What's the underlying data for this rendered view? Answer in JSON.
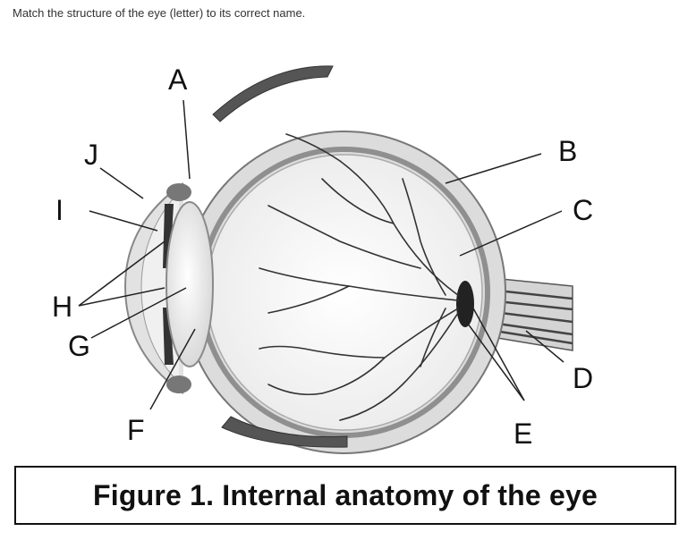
{
  "question": {
    "text": "Match the structure of the eye (letter) to its correct name."
  },
  "figure": {
    "caption": "Figure 1. Internal anatomy of the eye",
    "labels": [
      "A",
      "B",
      "C",
      "D",
      "E",
      "F",
      "G",
      "H",
      "I",
      "J"
    ]
  }
}
